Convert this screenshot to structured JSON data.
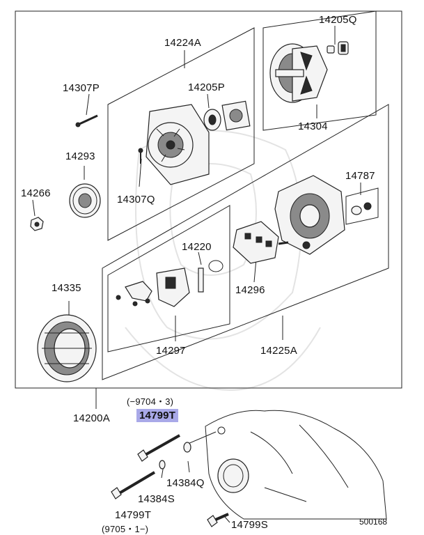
{
  "labels": {
    "p14205Q": "14205Q",
    "p14224A": "14224A",
    "p14307P": "14307P",
    "p14205P": "14205P",
    "p14304": "14304",
    "p14293": "14293",
    "p14266": "14266",
    "p14307Q": "14307Q",
    "p14787": "14787",
    "p14220": "14220",
    "p14335": "14335",
    "p14296": "14296",
    "p14297": "14297",
    "p14225A": "14225A",
    "p14200A": "14200A",
    "date_top": "(−9704・3)",
    "p14799T_hl": "14799T",
    "p14384Q": "14384Q",
    "p14384S": "14384S",
    "p14799T": "14799T",
    "date_bottom": "(9705・1−)",
    "p14799S": "14799S"
  },
  "figure_id": "500168",
  "colors": {
    "highlight": "#a9a9e8",
    "ink": "#222222",
    "watermark": "#e3e3e3"
  }
}
